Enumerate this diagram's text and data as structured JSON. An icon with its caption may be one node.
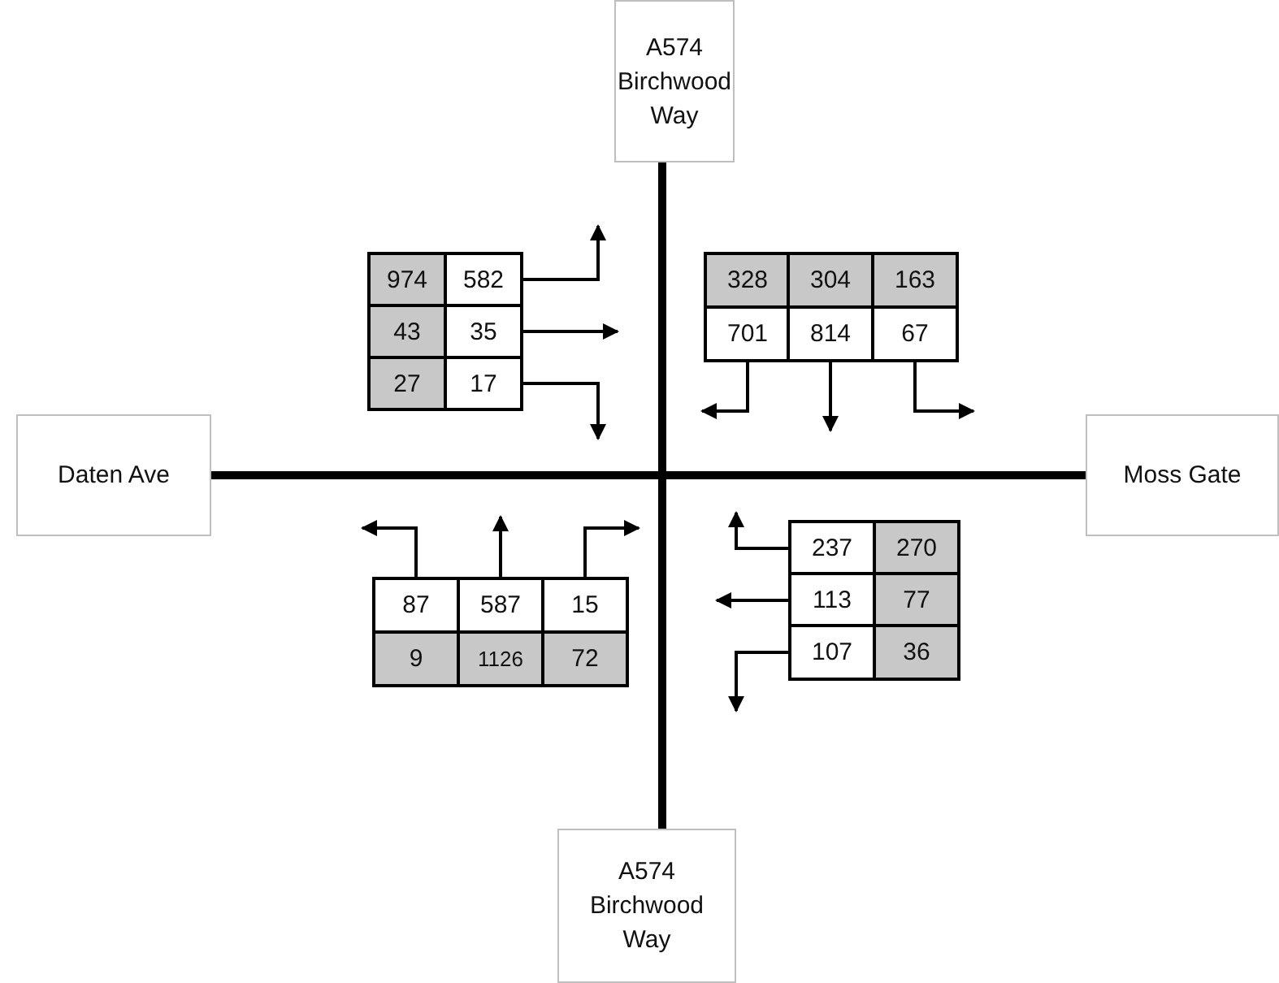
{
  "diagram": {
    "nodes": [
      {
        "text": [
          "A574 Birchwood Way"
        ]
      },
      {
        "text": [
          "974"
        ]
      },
      {
        "text": [
          "582"
        ]
      },
      {
        "text": [
          "43"
        ]
      },
      {
        "text": [
          "35"
        ]
      },
      {
        "text": [
          "27"
        ]
      },
      {
        "text": [
          "17"
        ]
      },
      {
        "text": [
          "328"
        ]
      },
      {
        "text": [
          "304"
        ]
      },
      {
        "text": [
          "163"
        ]
      },
      {
        "text": [
          "701"
        ]
      },
      {
        "text": [
          "814"
        ]
      },
      {
        "text": [
          "67"
        ]
      },
      {
        "text": [
          "Daten Ave"
        ]
      },
      {
        "text": [
          "Moss Gate"
        ]
      },
      {
        "text": [
          "87"
        ]
      },
      {
        "text": [
          "587"
        ]
      },
      {
        "text": [
          "15"
        ]
      },
      {
        "text": [
          "9"
        ]
      },
      {
        "text": [
          "1126"
        ]
      },
      {
        "text": [
          "72"
        ]
      },
      {
        "text": [
          "237"
        ]
      },
      {
        "text": [
          "270"
        ]
      },
      {
        "text": [
          "113"
        ]
      },
      {
        "text": [
          "77"
        ]
      },
      {
        "text": [
          "107"
        ]
      },
      {
        "text": [
          "36"
        ]
      },
      {
        "text": [
          "A574 Birchwood Way"
        ]
      }
    ],
    "edges": [
      {
        "from": 0,
        "to": 27,
        "arrow": "none",
        "style": "thick"
      },
      {
        "from": 13,
        "to": 14,
        "arrow": "none",
        "style": "thick"
      },
      {
        "from": 2,
        "to": null,
        "arrow": "to"
      },
      {
        "from": 4,
        "to": null,
        "arrow": "to"
      },
      {
        "from": 6,
        "to": null,
        "arrow": "to"
      },
      {
        "from": 10,
        "to": null,
        "arrow": "to"
      },
      {
        "from": 11,
        "to": null,
        "arrow": "to"
      },
      {
        "from": 12,
        "to": null,
        "arrow": "to"
      },
      {
        "from": 15,
        "to": null,
        "arrow": "to"
      },
      {
        "from": 16,
        "to": null,
        "arrow": "to"
      },
      {
        "from": 17,
        "to": null,
        "arrow": "to"
      },
      {
        "from": 21,
        "to": null,
        "arrow": "to"
      },
      {
        "from": 23,
        "to": null,
        "arrow": "to"
      },
      {
        "from": 25,
        "to": null,
        "arrow": "to"
      }
    ]
  }
}
